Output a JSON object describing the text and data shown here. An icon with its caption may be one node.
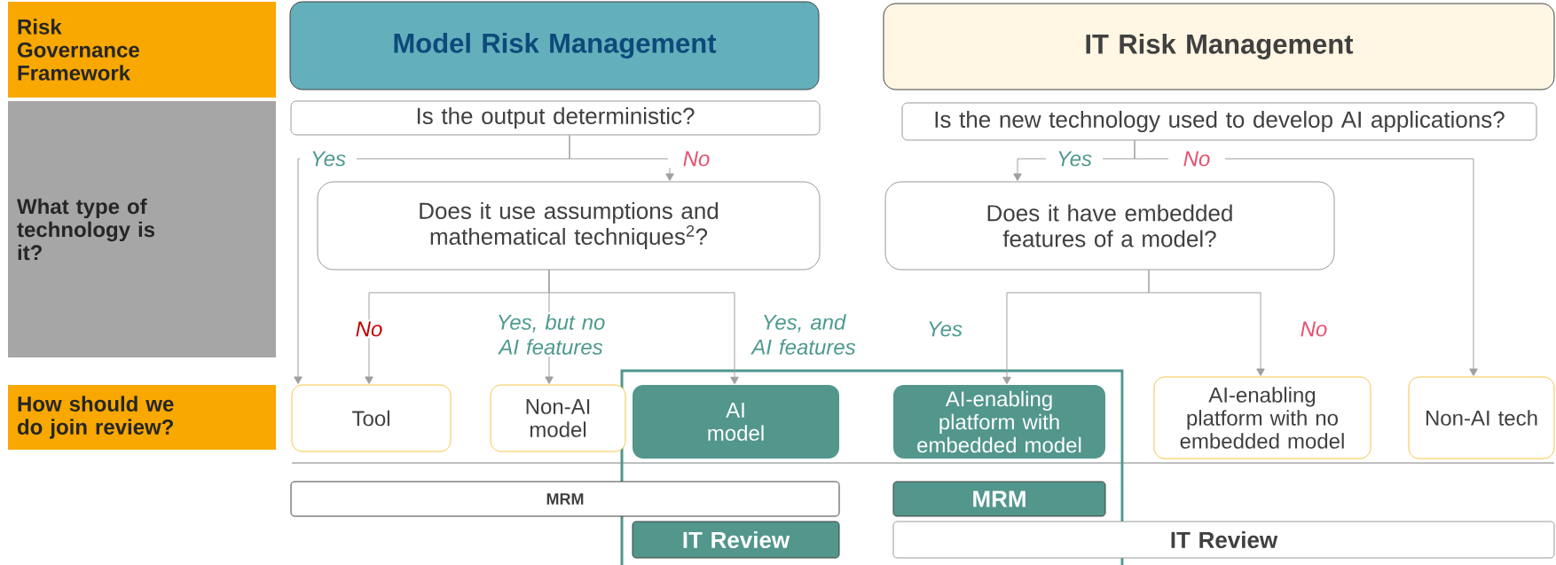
{
  "diagram": {
    "nodes": [
      {
        "text": [
          "Risk Governance Framework"
        ]
      },
      {
        "text": [
          "Model Risk Management"
        ]
      },
      {
        "text": [
          "IT Risk Management"
        ]
      },
      {
        "text": [
          "What type of technology is it?"
        ]
      },
      {
        "text": [
          "Is the output deterministic?"
        ]
      },
      {
        "text": [
          "Is the new technology used to develop AI applications?"
        ]
      },
      {
        "text": [
          "Does it use assumptions and mathematical techniques$^{2}$?"
        ]
      },
      {
        "text": [
          "Does it have embedded features of a model?"
        ]
      },
      {
        "text": [
          "How should we do join review?"
        ]
      },
      {
        "text": [
          "Tool"
        ]
      },
      {
        "text": [
          "Non-AI model"
        ]
      },
      {
        "text": [
          "AI model"
        ]
      },
      {
        "text": [
          "AI-enabling platform with embedded model"
        ]
      },
      {
        "text": [
          "AI-enabling platform with no embedded model"
        ]
      },
      {
        "text": [
          "Non-AI tech"
        ]
      },
      {
        "text": [
          "MRM"
        ]
      },
      {
        "text": [
          "MRM"
        ]
      },
      {
        "text": [
          "IT Review"
        ]
      },
      {
        "text": [
          "IT Review"
        ]
      }
    ],
    "edges": [
      {
        "from": 4,
        "to": 9,
        "arrow": "to",
        "label": "Yes"
      },
      {
        "from": 4,
        "to": 6,
        "arrow": "to",
        "label": "No"
      },
      {
        "from": 6,
        "to": 9,
        "arrow": "to",
        "label": "No"
      },
      {
        "from": 6,
        "to": 10,
        "arrow": "to",
        "label": "Yes, but no AI features"
      },
      {
        "from": 6,
        "to": 11,
        "arrow": "to",
        "label": "Yes, and AI features"
      },
      {
        "from": 5,
        "to": 7,
        "arrow": "to",
        "label": "Yes"
      },
      {
        "from": 5,
        "to": 14,
        "arrow": "to",
        "label": "No"
      },
      {
        "from": 7,
        "to": 12,
        "arrow": "to",
        "label": "Yes"
      },
      {
        "from": 7,
        "to": 13,
        "arrow": "to",
        "label": "No"
      }
    ]
  }
}
